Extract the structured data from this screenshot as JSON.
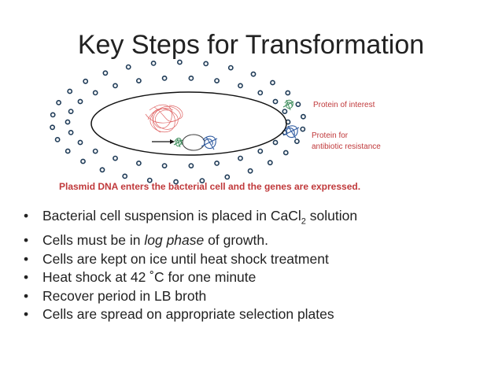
{
  "title": "Key Steps for Transformation",
  "diagram": {
    "label_protein_interest": "Protein of interest",
    "label_protein_antibiotic_1": "Protein  for",
    "label_protein_antibiotic_2": "antibiotic resistance",
    "caption": "Plasmid DNA enters the bacterial cell and the genes are expressed.",
    "colors": {
      "dots": "#1f3b57",
      "dna": "#e06666",
      "green_protein": "#3c8c5a",
      "blue_protein": "#2e5aa0",
      "caption": "#c0393b"
    }
  },
  "bullets": [
    {
      "text": "Bacterial cell suspension is placed in CaCl",
      "sub": "2",
      "after": " solution"
    },
    {
      "before": "Cells must be in ",
      "italic": "log phase",
      "after": " of growth."
    },
    {
      "text": "Cells are kept on ice until heat shock treatment"
    },
    {
      "text": "Heat shock at 42 ˚C for one minute"
    },
    {
      "text": "Recover period in LB broth"
    },
    {
      "text": "Cells are spread on appropriate selection plates"
    }
  ]
}
